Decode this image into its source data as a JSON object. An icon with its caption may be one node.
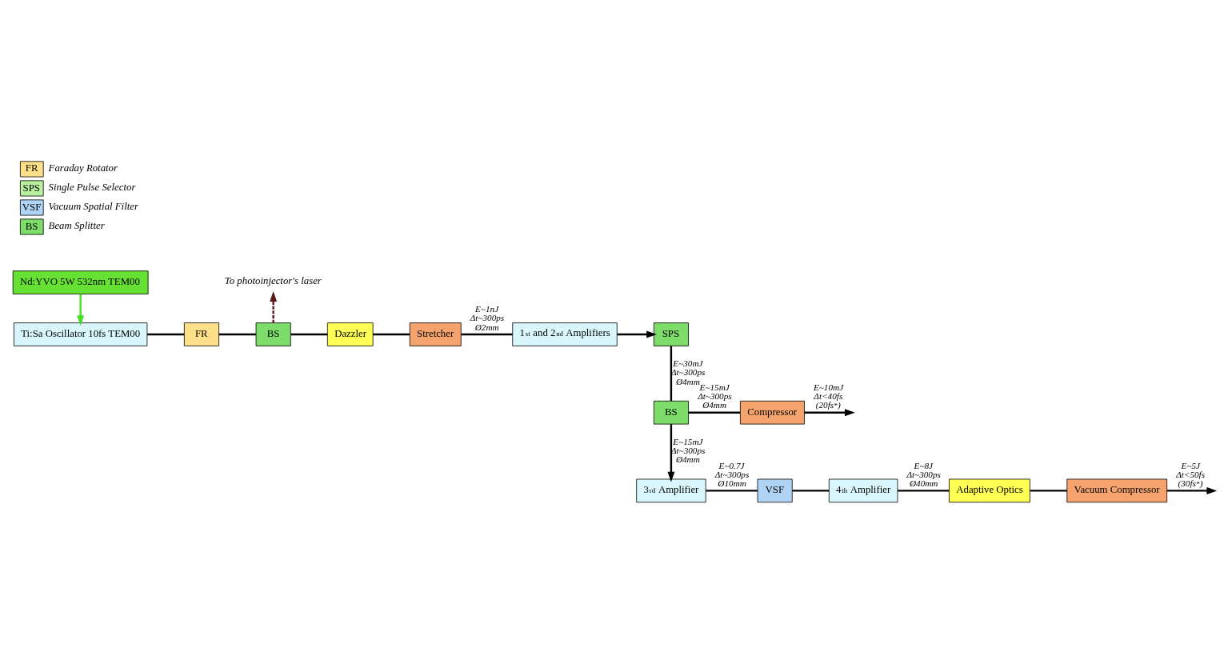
{
  "diagram": {
    "nodes": [
      {
        "text": [
          "Nd:YVO 5W 532nm TEM00"
        ]
      },
      {
        "text": [
          "Ti:Sa Oscillator 10fs TEM00"
        ]
      },
      {
        "text": [
          "FR"
        ]
      },
      {
        "text": [
          "BS"
        ]
      },
      {
        "text": [
          "Dazzler"
        ]
      },
      {
        "text": [
          "Stretcher"
        ]
      },
      {
        "text": [
          "1$^{st}$ and 2$^{nd}$ Amplifiers"
        ]
      },
      {
        "text": [
          "SPS"
        ]
      },
      {
        "text": [
          "BS"
        ]
      },
      {
        "text": [
          "Compressor"
        ]
      },
      {
        "text": [
          "3$^{rd}$ Amplifier"
        ]
      },
      {
        "text": [
          "VSF"
        ]
      },
      {
        "text": [
          "4$^{th}$ Amplifier"
        ]
      },
      {
        "text": [
          "Adaptive Optics"
        ]
      },
      {
        "text": [
          "Vacuum Compressor"
        ]
      },
      {
        "text": [
          "To photoinjector's laser"
        ]
      }
    ],
    "edges": [
      {
        "from": 0,
        "to": 1,
        "arrow": "to",
        "color": "#44dd22"
      },
      {
        "from": 1,
        "to": 2,
        "arrow": "none"
      },
      {
        "from": 2,
        "to": 3,
        "arrow": "none"
      },
      {
        "from": 3,
        "to": 15,
        "arrow": "to",
        "style": "dashed",
        "color": "#5a1a1a"
      },
      {
        "from": 3,
        "to": 4,
        "arrow": "none"
      },
      {
        "from": 4,
        "to": 5,
        "arrow": "none"
      },
      {
        "from": 5,
        "to": 6,
        "arrow": "none",
        "label": "E~1nJ Δt~300ps Ø2mm"
      },
      {
        "from": 6,
        "to": 7,
        "arrow": "to"
      },
      {
        "from": 7,
        "to": 8,
        "arrow": "none",
        "label": "E~30mJ Δt~300ps Ø4mm"
      },
      {
        "from": 8,
        "to": 9,
        "arrow": "none",
        "label": "E~15mJ Δt~300ps Ø4mm"
      },
      {
        "from": 9,
        "to": null,
        "arrow": "to",
        "label": "E~10mJ Δt<40fs (20fs$^{*}$)"
      },
      {
        "from": 8,
        "to": 10,
        "arrow": "to",
        "label": "E~15mJ Δt~300ps Ø4mm"
      },
      {
        "from": 10,
        "to": 11,
        "arrow": "none",
        "label": "E~0.7J Δt~300ps Ø10mm"
      },
      {
        "from": 11,
        "to": 12,
        "arrow": "none"
      },
      {
        "from": 12,
        "to": 13,
        "arrow": "none",
        "label": "E~8J Δt~300ps Ø40mm"
      },
      {
        "from": 13,
        "to": 14,
        "arrow": "none"
      },
      {
        "from": 14,
        "to": null,
        "arrow": "to",
        "label": "E~5J Δt<50fs (30fs$^{*}$)"
      }
    ],
    "labels": [
      "FR",
      "SPS",
      "VSF",
      "BS"
    ],
    "legend": [
      {
        "text": "Faraday Rotator",
        "color": "#ffe08a"
      },
      {
        "text": "Single Pulse Selector",
        "color": "#b8f0a0"
      },
      {
        "text": "Vacuum Spatial Filter",
        "color": "#b0d4f5"
      },
      {
        "text": "Beam Splitter",
        "color": "#7ddc6a"
      }
    ]
  }
}
